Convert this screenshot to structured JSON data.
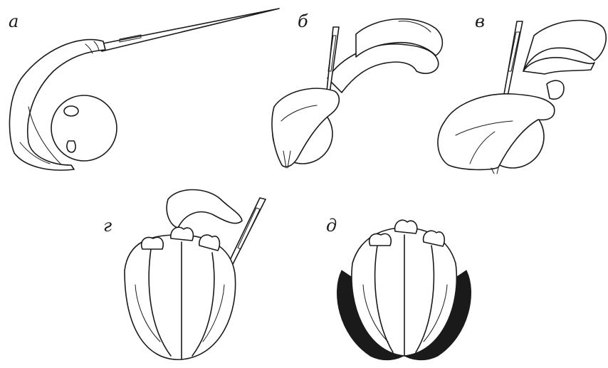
{
  "figure": {
    "panels": [
      {
        "label": "а",
        "icon": "needle-ribbon-ball-icon"
      },
      {
        "label": "б",
        "icon": "ribbon-wrapped-ball-icon"
      },
      {
        "label": "в",
        "icon": "ribbon-petals-forming-icon"
      },
      {
        "label": "г",
        "icon": "rosebud-with-needle-icon"
      },
      {
        "label": "д",
        "icon": "finished-rosebud-icon"
      }
    ]
  }
}
